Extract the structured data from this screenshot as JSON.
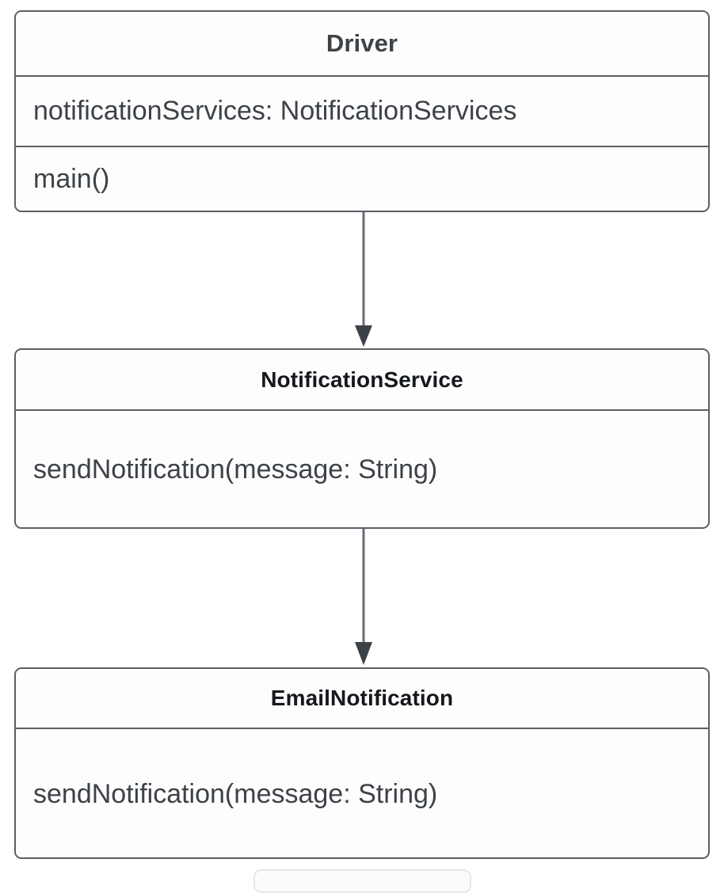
{
  "diagram": {
    "type": "uml-class-diagram",
    "background_color": "#ffffff",
    "border_color": "#5a5f66",
    "arrow_color": "#3d4248",
    "classes": [
      {
        "id": "driver",
        "name": "Driver",
        "title_color": "#3d4248",
        "attributes": [
          "notificationServices: NotificationServices"
        ],
        "methods": [
          "main()"
        ]
      },
      {
        "id": "notificationservice",
        "name": "NotificationService",
        "title_color": "#15181c",
        "attributes": [],
        "methods": [
          "sendNotification(message: String)"
        ]
      },
      {
        "id": "emailnotification",
        "name": "EmailNotification",
        "title_color": "#15181c",
        "attributes": [],
        "methods": [
          "sendNotification(message: String)"
        ]
      }
    ],
    "edges": [
      {
        "id": "edge-driver-to-notificationservice",
        "from": "Driver",
        "to": "NotificationService",
        "style": "solid",
        "arrowhead": "filled-triangle"
      },
      {
        "id": "edge-notificationservice-to-emailnotification",
        "from": "NotificationService",
        "to": "EmailNotification",
        "style": "solid",
        "arrowhead": "filled-triangle"
      }
    ]
  }
}
